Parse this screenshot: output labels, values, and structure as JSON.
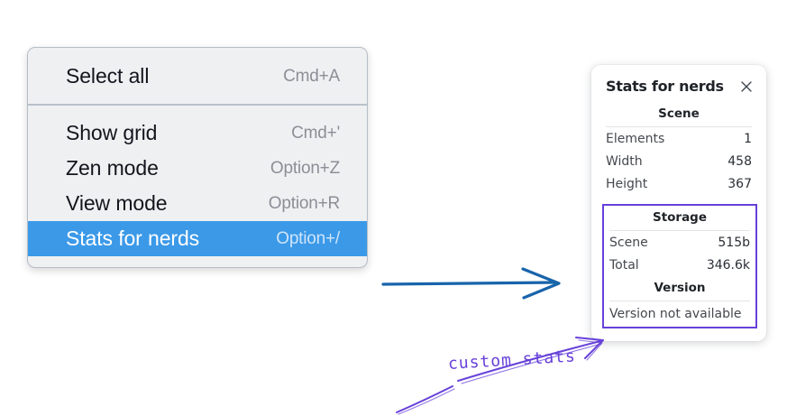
{
  "canvas": {
    "background": "#ffffff",
    "accent_blue": "#3b99e8",
    "arrow_blue": "#1864ab",
    "annotation_purple": "#6741d9"
  },
  "context_menu": {
    "groups": [
      {
        "items": [
          {
            "label": "Select all",
            "shortcut": "Cmd+A",
            "selected": false
          }
        ]
      },
      {
        "items": [
          {
            "label": "Show grid",
            "shortcut": "Cmd+'",
            "selected": false
          },
          {
            "label": "Zen mode",
            "shortcut": "Option+Z",
            "selected": false
          },
          {
            "label": "View mode",
            "shortcut": "Option+R",
            "selected": false
          },
          {
            "label": "Stats for nerds",
            "shortcut": "Option+/",
            "selected": true
          }
        ]
      }
    ]
  },
  "stats_panel": {
    "title": "Stats for nerds",
    "close_icon": "close-icon",
    "sections": [
      {
        "heading": "Scene",
        "boxed": false,
        "rows": [
          {
            "label": "Elements",
            "value": "1"
          },
          {
            "label": "Width",
            "value": "458"
          },
          {
            "label": "Height",
            "value": "367"
          }
        ]
      },
      {
        "heading": "Storage",
        "boxed": true,
        "rows": [
          {
            "label": "Scene",
            "value": "515b"
          },
          {
            "label": "Total",
            "value": "346.6k"
          }
        ]
      },
      {
        "heading": "Version",
        "boxed": true,
        "single_line": "Version not available"
      }
    ]
  },
  "annotations": {
    "handwritten_label": "custom stats",
    "blue_arrow_name": "flow-arrow",
    "purple_arrow_name": "callout-arrow"
  }
}
